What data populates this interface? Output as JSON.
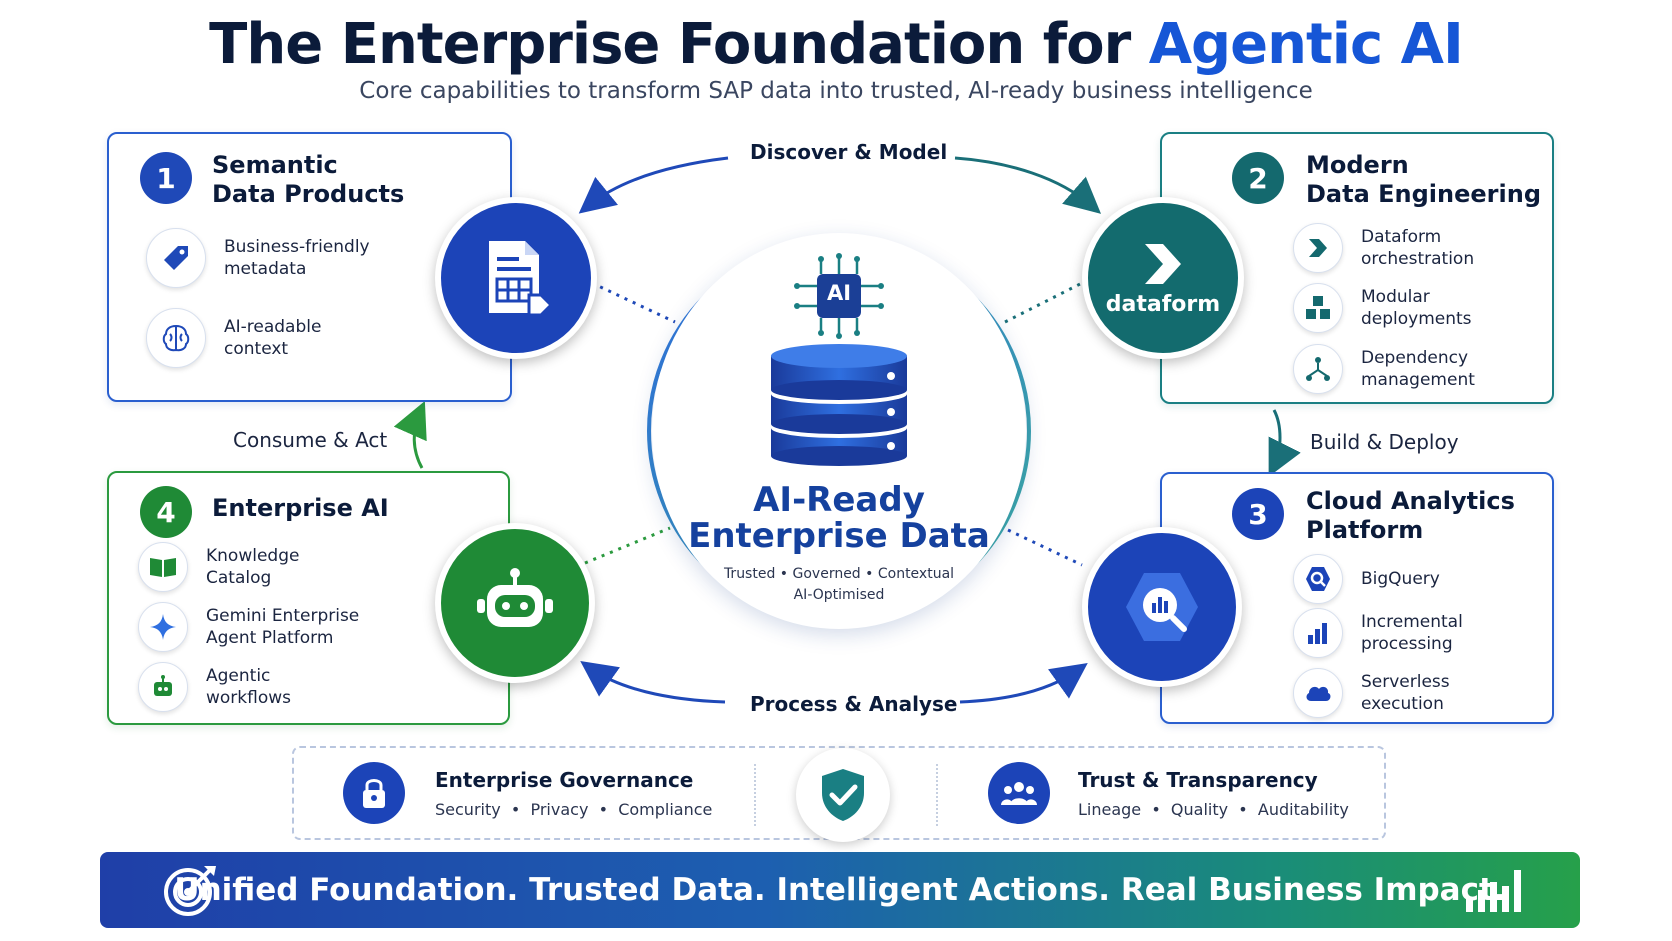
{
  "header": {
    "title_main": "The Enterprise Foundation for ",
    "title_accent": "Agentic AI",
    "subtitle": "Core capabilities to transform SAP data into trusted, AI-ready business intelligence"
  },
  "cards": {
    "semantic": {
      "number": "1",
      "title": "Semantic\nData Products",
      "items": [
        "Business-friendly\nmetadata",
        "AI-readable\ncontext"
      ]
    },
    "engineering": {
      "number": "2",
      "title": "Modern\nData Engineering",
      "items": [
        "Dataform\norchestration",
        "Modular\ndeployments",
        "Dependency\nmanagement"
      ]
    },
    "analytics": {
      "number": "3",
      "title": "Cloud Analytics\nPlatform",
      "items": [
        "BigQuery",
        "Incremental\nprocessing",
        "Serverless\nexecution"
      ]
    },
    "enterprise_ai": {
      "number": "4",
      "title": "Enterprise AI",
      "items": [
        "Knowledge\nCatalog",
        "Gemini Enterprise\nAgent Platform",
        "Agentic\nworkflows"
      ]
    }
  },
  "flows": {
    "top": "Discover & Model",
    "right": "Build & Deploy",
    "bottom": "Process & Analyse",
    "left": "Consume & Act"
  },
  "center": {
    "chip_label": "AI",
    "title_line1": "AI-Ready",
    "title_line2": "Enterprise Data",
    "sub_line1": "Trusted • Governed • Contextual",
    "sub_line2": "AI-Optimised"
  },
  "dataform_label": "dataform",
  "governance": {
    "left_title": "Enterprise Governance",
    "left_sub": "Security  •  Privacy  •  Compliance",
    "right_title": "Trust & Transparency",
    "right_sub": "Lineage  •  Quality  •  Auditability"
  },
  "banner": {
    "text": "Unified Foundation. Trusted Data. Intelligent Actions. Real Business Impact."
  },
  "colors": {
    "blue": "#1656d6",
    "navy": "#0b1b3a",
    "teal": "#1a7f83",
    "green": "#2b9a3f"
  }
}
